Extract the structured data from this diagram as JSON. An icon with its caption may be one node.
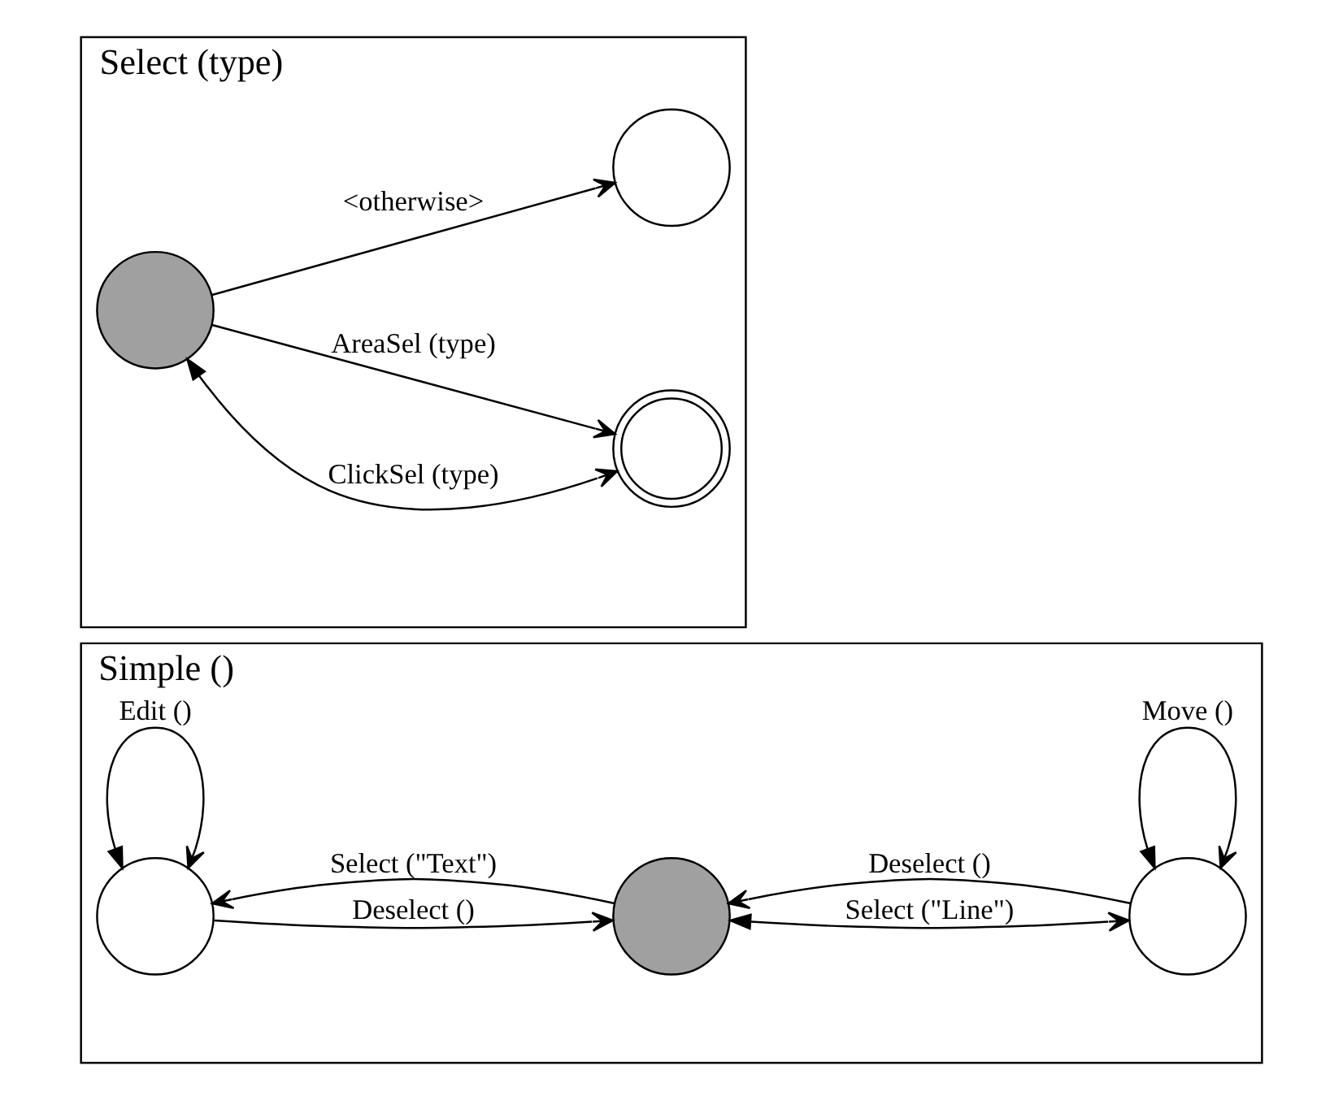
{
  "diagram": {
    "nodes": [
      {
        "text": [
          "Simple ()"
        ]
      },
      {
        "text": [],
        "shape": "circle",
        "in": 0
      },
      {
        "text": [],
        "shape": "circle",
        "in": 0
      },
      {
        "text": [],
        "shape": "circle",
        "in": 0
      },
      {
        "text": [
          "Select (type)"
        ]
      },
      {
        "text": [],
        "shape": "circle",
        "in": 4
      },
      {
        "text": [],
        "shape": "circle",
        "in": 4
      },
      {
        "text": [],
        "shape": "circle",
        "in": 4
      }
    ],
    "edges": [
      {
        "from": 1,
        "to": 1,
        "arrow": "both",
        "label": "Edit ()"
      },
      {
        "from": 1,
        "to": 2,
        "arrow": "to",
        "label": "Deselect ()"
      },
      {
        "from": 2,
        "to": 1,
        "arrow": "to",
        "label": "Select (\"Text\")"
      },
      {
        "from": 3,
        "to": 2,
        "arrow": "to",
        "label": "Deselect ()"
      },
      {
        "from": 2,
        "to": 3,
        "arrow": "both",
        "label": "Select (\"Line\")"
      },
      {
        "from": 3,
        "to": 3,
        "arrow": "both",
        "label": "Move ()"
      },
      {
        "from": 5,
        "to": 6,
        "arrow": "both",
        "label": "ClickSel (type)"
      },
      {
        "from": 5,
        "to": 6,
        "arrow": "to",
        "label": "AreaSel (type)"
      },
      {
        "from": 5,
        "to": 7,
        "arrow": "to",
        "label": "<otherwise>"
      }
    ]
  }
}
